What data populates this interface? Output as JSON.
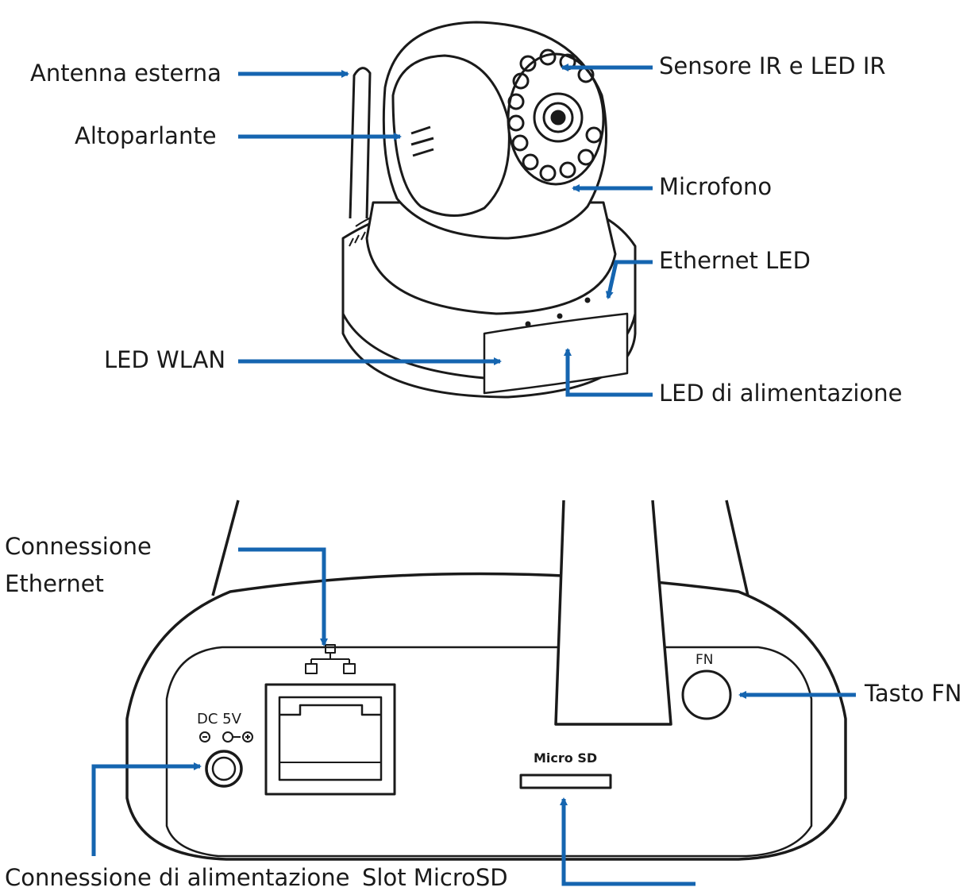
{
  "colors": {
    "arrow": "#1565b0",
    "outline": "#1a1a1a",
    "text": "#1a1a1a",
    "background": "#ffffff"
  },
  "labels": {
    "antenna": "Antenna esterna",
    "speaker": "Altoparlante",
    "ir_sensor": "Sensore IR e LED IR",
    "microphone": "Microfono",
    "ethernet_led": "Ethernet LED",
    "wlan_led": "LED WLAN",
    "power_led": "LED di alimentazione",
    "ethernet_connection_line1": "Connessione",
    "ethernet_connection_line2": "Ethernet",
    "fn_button": "Tasto FN",
    "power_connection": "Connessione di alimentazione",
    "microsd_slot": "Slot MicroSD"
  },
  "device_markings": {
    "dc": "DC 5V",
    "fn": "FN",
    "microsd": "Micro SD"
  }
}
